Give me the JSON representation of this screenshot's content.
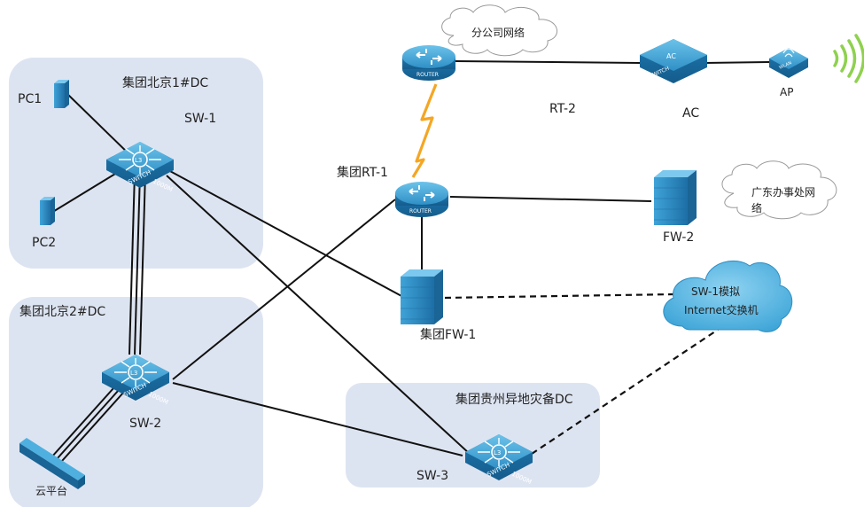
{
  "zones": {
    "beijing1": "集团北京1#DC",
    "beijing2": "集团北京2#DC",
    "guizhou": "集团贵州异地灾备DC"
  },
  "clouds": {
    "branch": "分公司网络",
    "guangdong_line1": "广东办事处网",
    "guangdong_line2": "络",
    "internet_line1": "SW-1模拟",
    "internet_line2": "Internet交换机"
  },
  "devices": {
    "pc1": "PC1",
    "pc2": "PC2",
    "sw1": "SW-1",
    "sw2": "SW-2",
    "sw3": "SW-3",
    "cloud_platform": "云平台",
    "rt1": "集团RT-1",
    "rt2": "RT-2",
    "fw1": "集团FW-1",
    "fw2": "FW-2",
    "ac": "AC",
    "ap": "AP"
  },
  "icon_text": {
    "router": "ROUTER",
    "switch": "SWITCH",
    "speed": "1000M",
    "l3": "L3",
    "ac": "AC",
    "wlan": "WLAN"
  },
  "colors": {
    "zone_fill": "#dde4f1",
    "device_blue": "#2d8ec4",
    "link": "#111111",
    "serial_link": "#f5a623",
    "cloud_fill": "#5bb6e0",
    "wifi": "#8fd14f"
  }
}
